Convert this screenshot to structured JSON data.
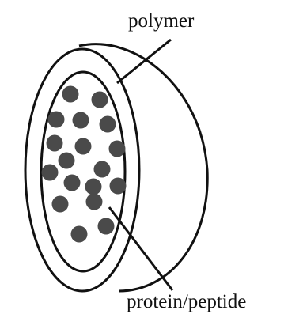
{
  "labels": {
    "polymer": "polymer",
    "core": "protein/peptide"
  },
  "colors": {
    "stroke": "#111111",
    "particle": "#4a4a4a",
    "background": "#ffffff"
  },
  "particle_count": 18
}
